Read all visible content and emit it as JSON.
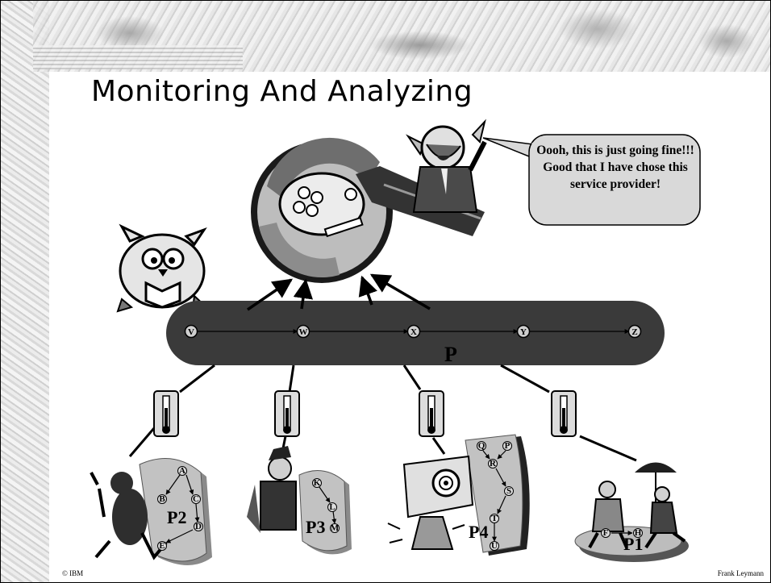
{
  "slide": {
    "title": "Monitoring And Analyzing",
    "speech_bubble": "Oooh, this is just going fine!!! Good that I have chose this service provider!",
    "footer_left": "© IBM",
    "footer_right": "Frank Leymann"
  },
  "main_process": {
    "label": "P",
    "nodes": [
      "V",
      "W",
      "X",
      "Y",
      "Z"
    ]
  },
  "subprocesses": [
    {
      "label": "P2",
      "nodes": [
        "A",
        "B",
        "C",
        "D",
        "E"
      ]
    },
    {
      "label": "P3",
      "nodes": [
        "K",
        "L",
        "M"
      ]
    },
    {
      "label": "P4",
      "nodes": [
        "Q",
        "P",
        "R",
        "S",
        "T",
        "U"
      ]
    },
    {
      "label": "P1",
      "nodes": [
        "F",
        "H"
      ]
    }
  ],
  "colors": {
    "process_band": "#3a3a3a",
    "node_fill": "#cfcfcf",
    "bubble_fill": "#d9d9d9"
  },
  "icons": [
    "magnifier-monitor-icon",
    "owl-reading-icon",
    "businessman-cheering-icon",
    "thermometer-icon",
    "ant-icon",
    "magician-icon",
    "speaker-icon",
    "umbrella-couple-icon"
  ]
}
